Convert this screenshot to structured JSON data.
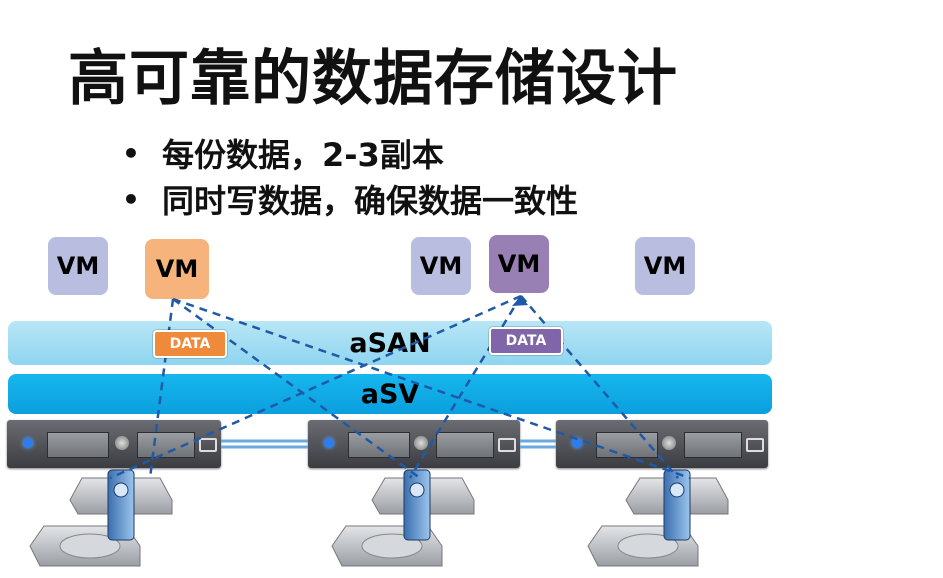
{
  "title": "高可靠的数据存储设计",
  "bullets": [
    "每份数据，2-3副本",
    "同时写数据，确保数据一致性"
  ],
  "bullet_symbol": "•",
  "vms": {
    "vm1": "VM",
    "vm2": "VM",
    "vm3": "VM",
    "vm4": "VM",
    "vm5": "VM"
  },
  "layers": {
    "asan": "aSAN",
    "asv": "aSV"
  },
  "tags": {
    "data_orange": "DATA",
    "data_purple": "DATA"
  },
  "colors": {
    "vm_default": "#b9bde0",
    "vm_orange": "#f6b47c",
    "vm_purple": "#9980b4",
    "asan": "#a6ddf3",
    "asv": "#0fadea",
    "line": "#1f5aa8"
  }
}
